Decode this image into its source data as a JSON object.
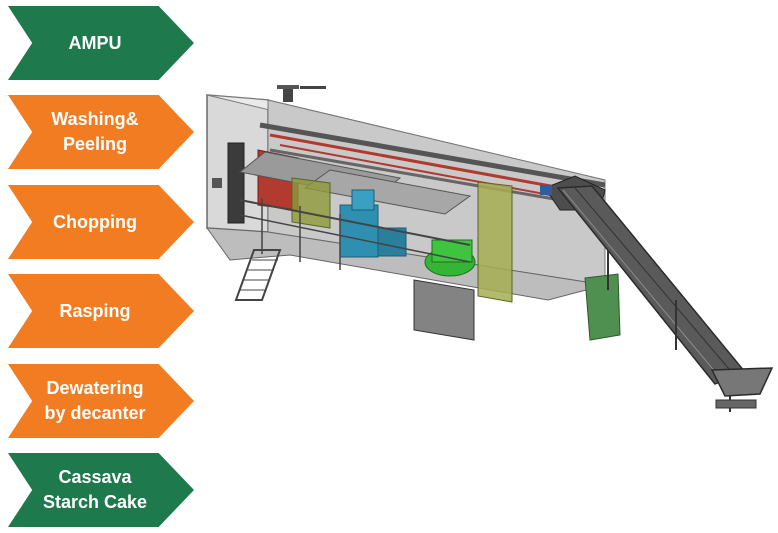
{
  "steps": [
    {
      "label": "AMPU",
      "color": "#1e7a4c"
    },
    {
      "label": "Washing&\nPeeling",
      "color": "#f27c22"
    },
    {
      "label": "Chopping",
      "color": "#f27c22"
    },
    {
      "label": "Rasping",
      "color": "#f27c22"
    },
    {
      "label": "Dewatering\nby decanter",
      "color": "#f27c22"
    },
    {
      "label": "Cassava\nStarch Cake",
      "color": "#1e7a4c"
    }
  ]
}
